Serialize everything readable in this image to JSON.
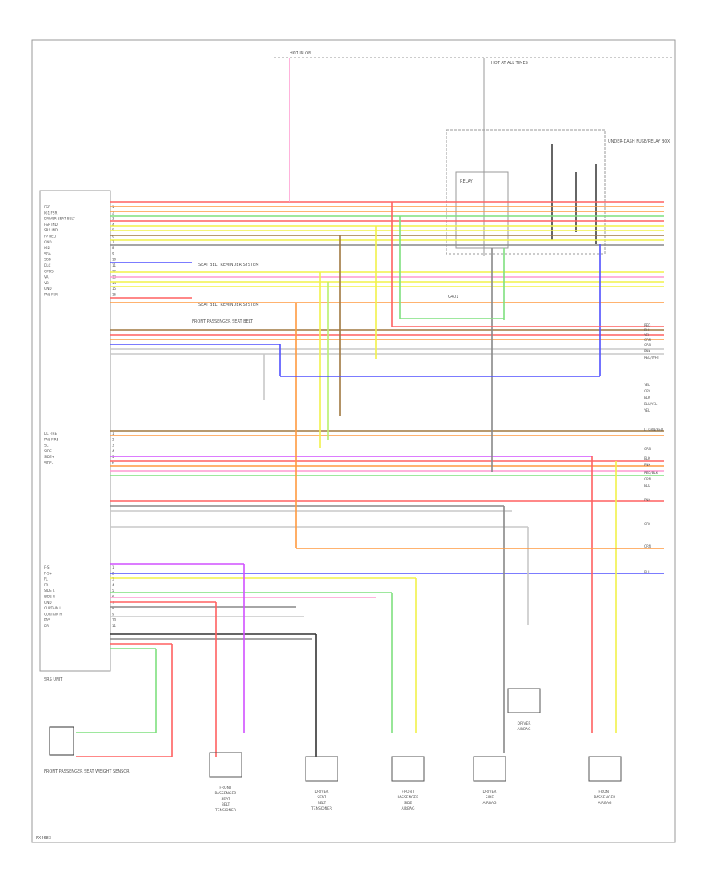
{
  "diagram": {
    "footer_code": "FX4683",
    "palette": {
      "red": "#ff6060",
      "pink": "#ff9ad0",
      "orange": "#ff9a40",
      "yellow": "#f2f24a",
      "green": "#7ee07e",
      "blue": "#5050ff",
      "violet": "#d050ff",
      "gray": "#888888",
      "lightgray": "#c8c8c8",
      "black": "#333333",
      "brown": "#a07840",
      "lightgreen": "#b8f070"
    },
    "module": {
      "label": "SRS UNIT",
      "pins_upper": [
        "FSR",
        "IG1 FSR",
        "DRIVER SEAT BELT",
        "FSR IND",
        "SRS IND",
        "FP BELT",
        "GND",
        "IG2",
        "SGA",
        "SGB",
        "DLC",
        "OPDS",
        "VA",
        "VB",
        "GND",
        "PAS FSR"
      ],
      "pins_middle": [
        "DL FIRE",
        "PAS FIRE",
        "SC",
        "SIDE",
        "SIDE+",
        "SIDE-"
      ],
      "pins_lower": [
        "F-S",
        "F-S+",
        "FL",
        "FR",
        "SIDE L",
        "SIDE R",
        "GND",
        "CURTAIN L",
        "CURTAIN R",
        "PAS",
        "DR"
      ]
    },
    "top_labels": {
      "left_fuse": "HOT IN ON",
      "right_fuse": "HOT AT ALL TIMES",
      "relay_box": "UNDER-DASH FUSE/RELAY BOX",
      "relay": "RELAY",
      "ground": "G401"
    },
    "notes": {
      "note1": "SEAT BELT REMINDER SYSTEM",
      "note2": "SEAT BELT REMINDER SYSTEM",
      "note3": "FRONT PASSENGER SEAT BELT"
    },
    "right_wire_labels": [
      "RED",
      "BLU",
      "YEL",
      "GRN",
      "ORN",
      "PNK",
      "RED/WHT",
      "YEL",
      "GRY",
      "BLK",
      "BLU/YEL",
      "YEL",
      "LT GRN/RED",
      "GRN",
      "BLK",
      "PNK",
      "RED/BLK",
      "GRN",
      "BLU",
      "PNK",
      "GRY",
      "ORN",
      "BLU"
    ],
    "components": [
      {
        "label": "FRONT PASSENGER SEAT BELT TENSIONER"
      },
      {
        "label": "DRIVER SEAT BELT TENSIONER"
      },
      {
        "label": "FRONT PASSENGER SIDE AIRBAG"
      },
      {
        "label": "DRIVER SIDE AIRBAG"
      },
      {
        "label": "FRONT PASSENGER AIRBAG"
      },
      {
        "label": "DRIVER AIRBAG"
      }
    ],
    "bottom_left_component": "FRONT PASSENGER SEAT WEIGHT SENSOR"
  }
}
